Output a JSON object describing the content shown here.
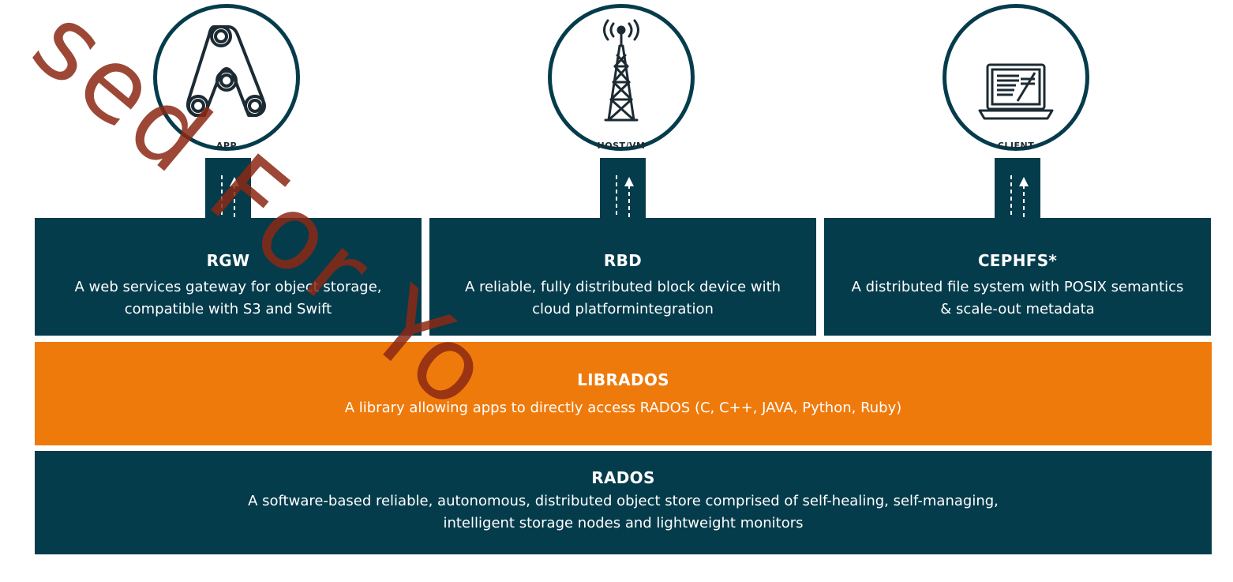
{
  "clients": [
    {
      "label": "APP",
      "icon": "app-icon"
    },
    {
      "label": "HOST/VM",
      "icon": "radio-tower-icon"
    },
    {
      "label": "CLIENT",
      "icon": "laptop-icon"
    }
  ],
  "boxes": [
    {
      "title": "RGW",
      "desc": "A web services gateway for object storage, compatible with S3 and Swift"
    },
    {
      "title": "RBD",
      "desc": "A reliable, fully distributed block device with cloud platformintegration"
    },
    {
      "title": "CEPHFS*",
      "desc": "A distributed file system with POSIX semantics & scale-out metadata"
    }
  ],
  "librados": {
    "title": "LIBRADOS",
    "desc": "A library allowing apps to directly access RADOS (C, C++, JAVA, Python, Ruby)"
  },
  "rados": {
    "title": "RADOS",
    "desc": "A software-based reliable, autonomous, distributed object store comprised of self-healing, self-managing, intelligent storage nodes and lightweight monitors"
  },
  "watermark": "sed For Yo",
  "colors": {
    "dark": "#053c4c",
    "orange": "#ef7a0c",
    "watermark": "#8c2814"
  }
}
